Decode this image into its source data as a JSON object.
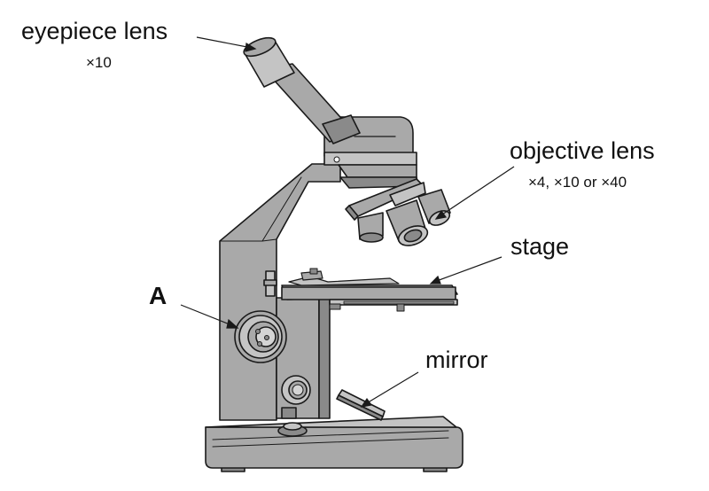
{
  "labels": {
    "eyepiece": "eyepiece lens",
    "eyepiece_mag": "×10",
    "objective": "objective lens",
    "objective_mag": "×4, ×10 or ×40",
    "stage": "stage",
    "a": "A",
    "mirror": "mirror"
  },
  "colors": {
    "body": "#a9a9a9",
    "light": "#c4c4c4",
    "dark": "#8a8a8a",
    "stroke": "#1a1a1a"
  }
}
